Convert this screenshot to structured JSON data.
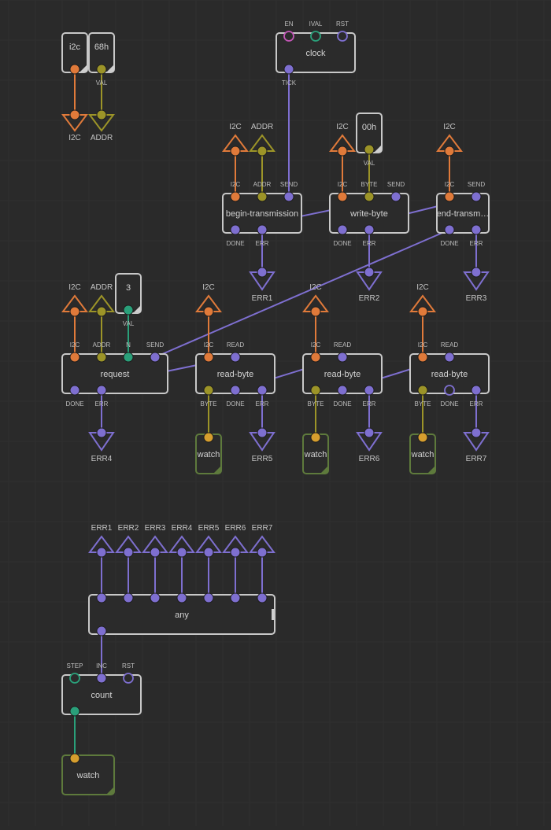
{
  "colors": {
    "background": "#2a2a2a",
    "grid": "#303030",
    "pulse": "#7e6fd0",
    "i2c": "#e07a3a",
    "byte": "#9c9428",
    "number": "#2aa07a",
    "boolean": "#c256b6",
    "string": "#d69e2e",
    "watch_border": "#5e7a3c"
  },
  "nodes": [
    {
      "id": "c_i2c",
      "kind": "constant",
      "label": "i2c",
      "out": [
        {
          "type": "i2c"
        }
      ]
    },
    {
      "id": "c_68h",
      "kind": "constant",
      "label": "68h",
      "out": [
        {
          "type": "byte",
          "label": "VAL"
        }
      ]
    },
    {
      "id": "clock",
      "kind": "node",
      "label": "clock",
      "in": [
        {
          "type": "boolean",
          "label": "EN",
          "hollow": true
        },
        {
          "type": "number",
          "label": "IVAL",
          "hollow": true
        },
        {
          "type": "pulse",
          "label": "RST",
          "hollow": true
        }
      ],
      "out": [
        {
          "type": "pulse",
          "label": "TICK"
        }
      ]
    },
    {
      "id": "c_00h",
      "kind": "constant",
      "label": "00h",
      "out": [
        {
          "type": "byte",
          "label": "VAL"
        }
      ]
    },
    {
      "id": "begin",
      "kind": "node",
      "label": "begin-transmission",
      "in": [
        {
          "type": "i2c",
          "label": "I2C"
        },
        {
          "type": "byte",
          "label": "ADDR"
        },
        {
          "type": "pulse",
          "label": "SEND"
        }
      ],
      "out": [
        {
          "type": "pulse",
          "label": "DONE"
        },
        {
          "type": "pulse",
          "label": "ERR"
        }
      ]
    },
    {
      "id": "writebyte",
      "kind": "node",
      "label": "write-byte",
      "in": [
        {
          "type": "i2c",
          "label": "I2C"
        },
        {
          "type": "byte",
          "label": "BYTE"
        },
        {
          "type": "pulse",
          "label": "SEND"
        }
      ],
      "out": [
        {
          "type": "pulse",
          "label": "DONE"
        },
        {
          "type": "pulse",
          "label": "ERR"
        }
      ]
    },
    {
      "id": "endtx",
      "kind": "node",
      "label": "end-transm…",
      "in": [
        {
          "type": "i2c",
          "label": "I2C"
        },
        {
          "type": "pulse",
          "label": "SEND"
        }
      ],
      "out": [
        {
          "type": "pulse",
          "label": "DONE"
        },
        {
          "type": "pulse",
          "label": "ERR"
        }
      ]
    },
    {
      "id": "c_3",
      "kind": "constant",
      "label": "3",
      "out": [
        {
          "type": "number",
          "label": "VAL"
        }
      ]
    },
    {
      "id": "request",
      "kind": "node",
      "label": "request",
      "in": [
        {
          "type": "i2c",
          "label": "I2C"
        },
        {
          "type": "byte",
          "label": "ADDR"
        },
        {
          "type": "number",
          "label": "N"
        },
        {
          "type": "pulse",
          "label": "SEND"
        }
      ],
      "out": [
        {
          "type": "pulse",
          "label": "DONE"
        },
        {
          "type": "pulse",
          "label": "ERR"
        }
      ]
    },
    {
      "id": "rb1",
      "kind": "node",
      "label": "read-byte",
      "in": [
        {
          "type": "i2c",
          "label": "I2C"
        },
        {
          "type": "pulse",
          "label": "READ"
        }
      ],
      "out": [
        {
          "type": "byte",
          "label": "BYTE"
        },
        {
          "type": "pulse",
          "label": "DONE"
        },
        {
          "type": "pulse",
          "label": "ERR"
        }
      ]
    },
    {
      "id": "rb2",
      "kind": "node",
      "label": "read-byte",
      "in": [
        {
          "type": "i2c",
          "label": "I2C"
        },
        {
          "type": "pulse",
          "label": "READ"
        }
      ],
      "out": [
        {
          "type": "byte",
          "label": "BYTE"
        },
        {
          "type": "pulse",
          "label": "DONE"
        },
        {
          "type": "pulse",
          "label": "ERR"
        }
      ]
    },
    {
      "id": "rb3",
      "kind": "node",
      "label": "read-byte",
      "in": [
        {
          "type": "i2c",
          "label": "I2C"
        },
        {
          "type": "pulse",
          "label": "READ"
        }
      ],
      "out": [
        {
          "type": "byte",
          "label": "BYTE"
        },
        {
          "type": "pulse",
          "label": "DONE",
          "hollow": true
        },
        {
          "type": "pulse",
          "label": "ERR"
        }
      ]
    },
    {
      "id": "w1",
      "kind": "watch",
      "label": "watch",
      "in": [
        {
          "type": "string"
        }
      ]
    },
    {
      "id": "w2",
      "kind": "watch",
      "label": "watch",
      "in": [
        {
          "type": "string"
        }
      ]
    },
    {
      "id": "w3",
      "kind": "watch",
      "label": "watch",
      "in": [
        {
          "type": "string"
        }
      ]
    },
    {
      "id": "any",
      "kind": "node",
      "label": "any",
      "in": [
        {
          "type": "pulse"
        },
        {
          "type": "pulse"
        },
        {
          "type": "pulse"
        },
        {
          "type": "pulse"
        },
        {
          "type": "pulse"
        },
        {
          "type": "pulse"
        },
        {
          "type": "pulse"
        }
      ],
      "out": [
        {
          "type": "pulse"
        }
      ]
    },
    {
      "id": "count",
      "kind": "node",
      "label": "count",
      "in": [
        {
          "type": "number",
          "label": "STEP",
          "hollow": true
        },
        {
          "type": "pulse",
          "label": "INC"
        },
        {
          "type": "pulse",
          "label": "RST",
          "hollow": true
        }
      ],
      "out": [
        {
          "type": "number"
        }
      ]
    },
    {
      "id": "w4",
      "kind": "watch",
      "label": "watch",
      "in": [
        {
          "type": "string"
        }
      ]
    }
  ],
  "terminals": [
    {
      "id": "t_i2c_in",
      "kind": "input",
      "type": "i2c",
      "label": "I2C"
    },
    {
      "id": "t_addr_in",
      "kind": "input",
      "type": "byte",
      "label": "ADDR"
    },
    {
      "id": "g_i2c_1",
      "kind": "getter",
      "type": "i2c",
      "label": "I2C"
    },
    {
      "id": "g_addr_1",
      "kind": "getter",
      "type": "byte",
      "label": "ADDR"
    },
    {
      "id": "g_i2c_2",
      "kind": "getter",
      "type": "i2c",
      "label": "I2C"
    },
    {
      "id": "g_i2c_3",
      "kind": "getter",
      "type": "i2c",
      "label": "I2C"
    },
    {
      "id": "g_i2c_4",
      "kind": "getter",
      "type": "i2c",
      "label": "I2C"
    },
    {
      "id": "g_addr_2",
      "kind": "getter",
      "type": "byte",
      "label": "ADDR"
    },
    {
      "id": "g_i2c_5",
      "kind": "getter",
      "type": "i2c",
      "label": "I2C"
    },
    {
      "id": "g_i2c_6",
      "kind": "getter",
      "type": "i2c",
      "label": "I2C"
    },
    {
      "id": "g_i2c_7",
      "kind": "getter",
      "type": "i2c",
      "label": "I2C"
    },
    {
      "id": "s_err1",
      "kind": "setter",
      "type": "pulse",
      "label": "ERR1"
    },
    {
      "id": "s_err2",
      "kind": "setter",
      "type": "pulse",
      "label": "ERR2"
    },
    {
      "id": "s_err3",
      "kind": "setter",
      "type": "pulse",
      "label": "ERR3"
    },
    {
      "id": "s_err4",
      "kind": "setter",
      "type": "pulse",
      "label": "ERR4"
    },
    {
      "id": "s_err5",
      "kind": "setter",
      "type": "pulse",
      "label": "ERR5"
    },
    {
      "id": "s_err6",
      "kind": "setter",
      "type": "pulse",
      "label": "ERR6"
    },
    {
      "id": "s_err7",
      "kind": "setter",
      "type": "pulse",
      "label": "ERR7"
    },
    {
      "id": "ge_1",
      "kind": "getter",
      "type": "pulse",
      "label": "ERR1"
    },
    {
      "id": "ge_2",
      "kind": "getter",
      "type": "pulse",
      "label": "ERR2"
    },
    {
      "id": "ge_3",
      "kind": "getter",
      "type": "pulse",
      "label": "ERR3"
    },
    {
      "id": "ge_4",
      "kind": "getter",
      "type": "pulse",
      "label": "ERR4"
    },
    {
      "id": "ge_5",
      "kind": "getter",
      "type": "pulse",
      "label": "ERR5"
    },
    {
      "id": "ge_6",
      "kind": "getter",
      "type": "pulse",
      "label": "ERR6"
    },
    {
      "id": "ge_7",
      "kind": "getter",
      "type": "pulse",
      "label": "ERR7"
    }
  ],
  "links": [
    {
      "from": "c_i2c.out0",
      "to": "t_i2c_in",
      "type": "i2c"
    },
    {
      "from": "c_68h.out0",
      "to": "t_addr_in",
      "type": "byte"
    },
    {
      "from": "clock.out0",
      "to": "begin.in2",
      "type": "pulse"
    },
    {
      "from": "g_i2c_1",
      "to": "begin.in0",
      "type": "i2c"
    },
    {
      "from": "g_addr_1",
      "to": "begin.in1",
      "type": "byte"
    },
    {
      "from": "g_i2c_2",
      "to": "writebyte.in0",
      "type": "i2c"
    },
    {
      "from": "c_00h.out0",
      "to": "writebyte.in1",
      "type": "byte"
    },
    {
      "from": "g_i2c_3",
      "to": "endtx.in0",
      "type": "i2c"
    },
    {
      "from": "begin.out0",
      "to": "writebyte.in2",
      "type": "pulse"
    },
    {
      "from": "writebyte.out0",
      "to": "endtx.in1",
      "type": "pulse"
    },
    {
      "from": "begin.out1",
      "to": "s_err1",
      "type": "pulse"
    },
    {
      "from": "writebyte.out1",
      "to": "s_err2",
      "type": "pulse"
    },
    {
      "from": "endtx.out1",
      "to": "s_err3",
      "type": "pulse"
    },
    {
      "from": "endtx.out0",
      "to": "request.in3",
      "type": "pulse"
    },
    {
      "from": "g_i2c_4",
      "to": "request.in0",
      "type": "i2c"
    },
    {
      "from": "g_addr_2",
      "to": "request.in1",
      "type": "byte"
    },
    {
      "from": "c_3.out0",
      "to": "request.in2",
      "type": "number"
    },
    {
      "from": "g_i2c_5",
      "to": "rb1.in0",
      "type": "i2c"
    },
    {
      "from": "g_i2c_6",
      "to": "rb2.in0",
      "type": "i2c"
    },
    {
      "from": "g_i2c_7",
      "to": "rb3.in0",
      "type": "i2c"
    },
    {
      "from": "request.out0",
      "to": "rb1.in1",
      "type": "pulse"
    },
    {
      "from": "rb1.out1",
      "to": "rb2.in1",
      "type": "pulse"
    },
    {
      "from": "rb2.out1",
      "to": "rb3.in1",
      "type": "pulse"
    },
    {
      "from": "request.out1",
      "to": "s_err4",
      "type": "pulse"
    },
    {
      "from": "rb1.out2",
      "to": "s_err5",
      "type": "pulse"
    },
    {
      "from": "rb2.out2",
      "to": "s_err6",
      "type": "pulse"
    },
    {
      "from": "rb3.out2",
      "to": "s_err7",
      "type": "pulse"
    },
    {
      "from": "rb1.out0",
      "to": "w1.in0",
      "type": "byte"
    },
    {
      "from": "rb2.out0",
      "to": "w2.in0",
      "type": "byte"
    },
    {
      "from": "rb3.out0",
      "to": "w3.in0",
      "type": "byte"
    },
    {
      "from": "ge_1",
      "to": "any.in0",
      "type": "pulse"
    },
    {
      "from": "ge_2",
      "to": "any.in1",
      "type": "pulse"
    },
    {
      "from": "ge_3",
      "to": "any.in2",
      "type": "pulse"
    },
    {
      "from": "ge_4",
      "to": "any.in3",
      "type": "pulse"
    },
    {
      "from": "ge_5",
      "to": "any.in4",
      "type": "pulse"
    },
    {
      "from": "ge_6",
      "to": "any.in5",
      "type": "pulse"
    },
    {
      "from": "ge_7",
      "to": "any.in6",
      "type": "pulse"
    },
    {
      "from": "any.out0",
      "to": "count.in1",
      "type": "pulse"
    },
    {
      "from": "count.out0",
      "to": "w4.in0",
      "type": "number"
    }
  ]
}
